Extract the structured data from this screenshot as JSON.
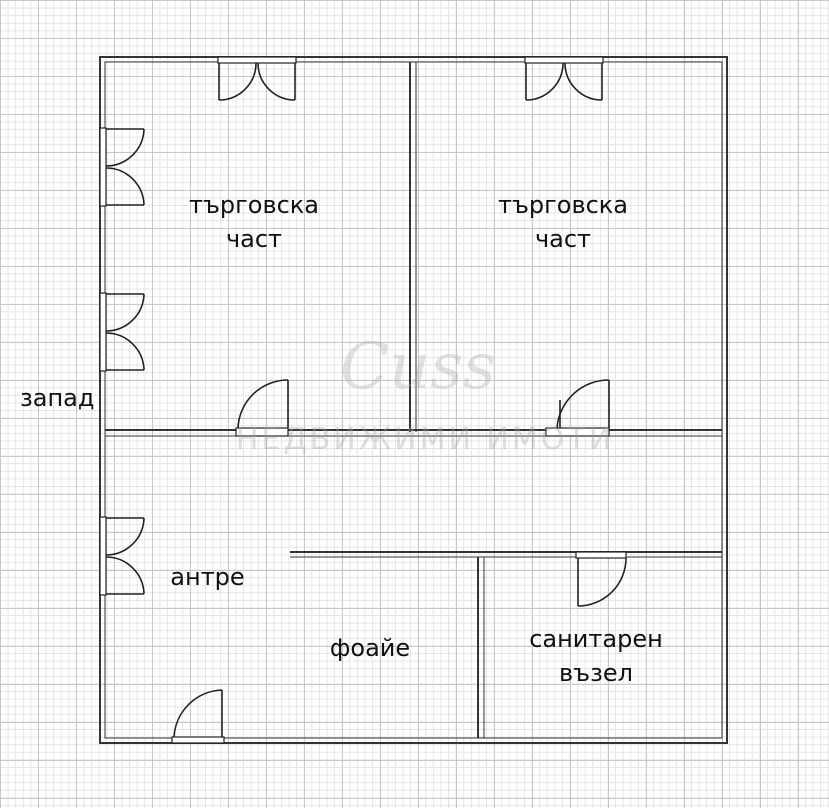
{
  "floor_plan": {
    "rooms": [
      {
        "id": "shop-left",
        "line1": "търговска",
        "line2": "част"
      },
      {
        "id": "shop-right",
        "line1": "търговска",
        "line2": "част"
      },
      {
        "id": "entrance",
        "line1": "антре"
      },
      {
        "id": "foyer",
        "line1": "фоайе"
      },
      {
        "id": "sanitary",
        "line1": "санитарен",
        "line2": "възел"
      }
    ],
    "orientation_label": "запад"
  },
  "colors": {
    "wall": "#333333",
    "grid_major": "#c8c8c8",
    "grid_minor": "#e4e4e4",
    "background": "#ffffff"
  }
}
